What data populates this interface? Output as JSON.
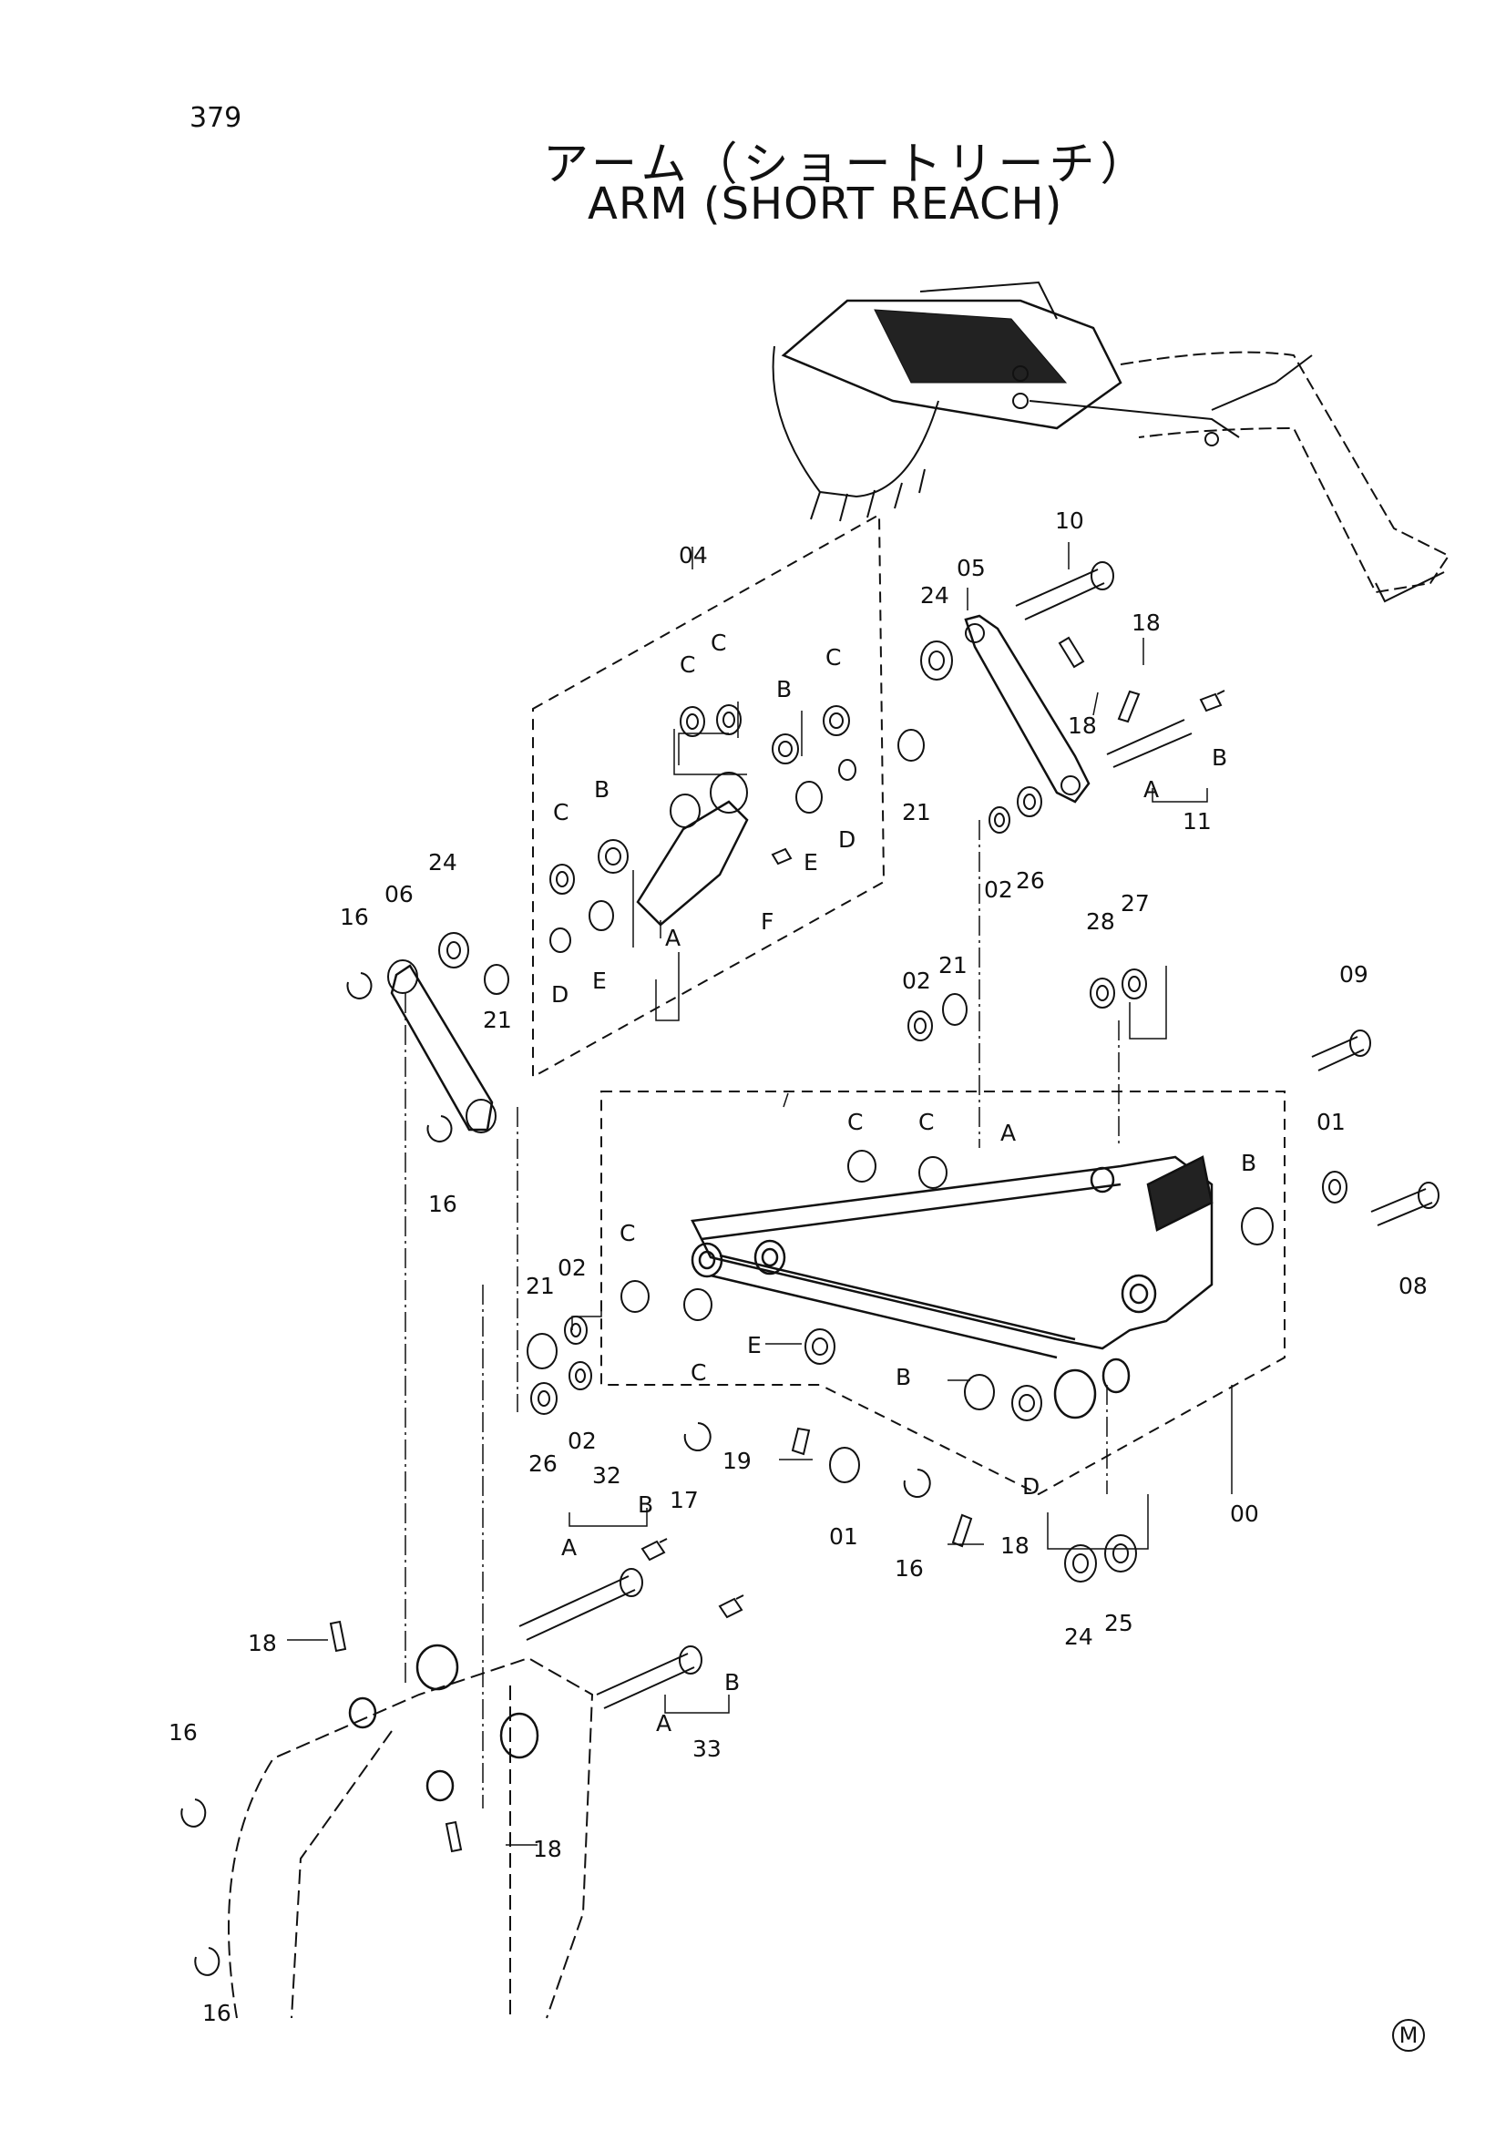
{
  "page_number": "379",
  "title_jp": "アーム（ショートリーチ）",
  "title_en": "ARM (SHORT REACH)",
  "corner_mark": "M",
  "labels": [
    {
      "id": "p04",
      "text": "04"
    },
    {
      "id": "p10",
      "text": "10"
    },
    {
      "id": "p05",
      "text": "05"
    },
    {
      "id": "p24a",
      "text": "24"
    },
    {
      "id": "p18a",
      "text": "18"
    },
    {
      "id": "p18b",
      "text": "18"
    },
    {
      "id": "cC1",
      "text": "C"
    },
    {
      "id": "cC2",
      "text": "C"
    },
    {
      "id": "cC3",
      "text": "C"
    },
    {
      "id": "cB1",
      "text": "B"
    },
    {
      "id": "pB11",
      "text": "B"
    },
    {
      "id": "pA11",
      "text": "A"
    },
    {
      "id": "p11",
      "text": "11"
    },
    {
      "id": "p21a",
      "text": "21"
    },
    {
      "id": "cC4",
      "text": "C"
    },
    {
      "id": "cB2",
      "text": "B"
    },
    {
      "id": "cE1",
      "text": "E"
    },
    {
      "id": "cD1",
      "text": "D"
    },
    {
      "id": "cF",
      "text": "F"
    },
    {
      "id": "cA",
      "text": "A"
    },
    {
      "id": "p24b",
      "text": "24"
    },
    {
      "id": "p06",
      "text": "06"
    },
    {
      "id": "p16a",
      "text": "16"
    },
    {
      "id": "cD2",
      "text": "D"
    },
    {
      "id": "cE2",
      "text": "E"
    },
    {
      "id": "p21b",
      "text": "21"
    },
    {
      "id": "p02a",
      "text": "02"
    },
    {
      "id": "p26a",
      "text": "26"
    },
    {
      "id": "p28",
      "text": "28"
    },
    {
      "id": "p27",
      "text": "27"
    },
    {
      "id": "p02b",
      "text": "02"
    },
    {
      "id": "p21c",
      "text": "21"
    },
    {
      "id": "p09",
      "text": "09"
    },
    {
      "id": "p16b",
      "text": "16"
    },
    {
      "id": "fC1",
      "text": "C"
    },
    {
      "id": "fC2",
      "text": "C"
    },
    {
      "id": "fA",
      "text": "A"
    },
    {
      "id": "p01a",
      "text": "01"
    },
    {
      "id": "fB1",
      "text": "B"
    },
    {
      "id": "p08",
      "text": "08"
    },
    {
      "id": "fC3",
      "text": "C"
    },
    {
      "id": "p02c",
      "text": "02"
    },
    {
      "id": "p21d",
      "text": "21"
    },
    {
      "id": "fC4",
      "text": "C"
    },
    {
      "id": "fE",
      "text": "E"
    },
    {
      "id": "fB2",
      "text": "B"
    },
    {
      "id": "p02d",
      "text": "02"
    },
    {
      "id": "p26b",
      "text": "26"
    },
    {
      "id": "p17",
      "text": "17"
    },
    {
      "id": "p19",
      "text": "19"
    },
    {
      "id": "p01b",
      "text": "01"
    },
    {
      "id": "p16c",
      "text": "16"
    },
    {
      "id": "fD",
      "text": "D"
    },
    {
      "id": "p18c",
      "text": "18"
    },
    {
      "id": "p00",
      "text": "00"
    },
    {
      "id": "p24c",
      "text": "24"
    },
    {
      "id": "p25",
      "text": "25"
    },
    {
      "id": "p32",
      "text": "32"
    },
    {
      "id": "pA32",
      "text": "A"
    },
    {
      "id": "pB32",
      "text": "B"
    },
    {
      "id": "p18d",
      "text": "18"
    },
    {
      "id": "p16d",
      "text": "16"
    },
    {
      "id": "pB33",
      "text": "B"
    },
    {
      "id": "pA33",
      "text": "A"
    },
    {
      "id": "p33",
      "text": "33"
    },
    {
      "id": "p18e",
      "text": "18"
    },
    {
      "id": "p16e",
      "text": "16"
    }
  ]
}
